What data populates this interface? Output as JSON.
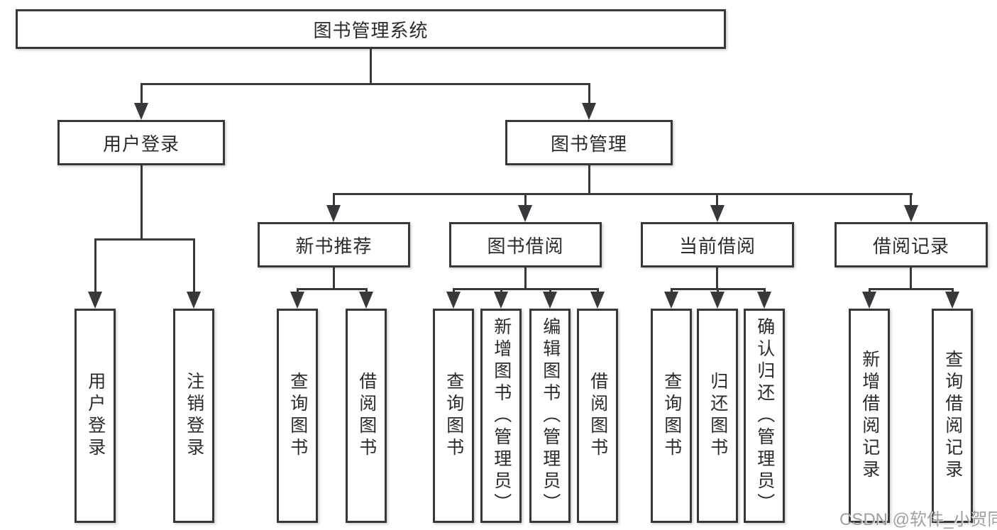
{
  "diagram": {
    "root": {
      "label": "图书管理系统"
    },
    "level2": [
      {
        "label": "用户登录",
        "leaves": [
          {
            "label": "用户登录"
          },
          {
            "label": "注销登录"
          }
        ]
      },
      {
        "label": "图书管理"
      }
    ],
    "level3": [
      {
        "label": "新书推荐",
        "leaves": [
          {
            "label": "查询图书"
          },
          {
            "label": "借阅图书"
          }
        ]
      },
      {
        "label": "图书借阅",
        "leaves": [
          {
            "label": "查询图书"
          },
          {
            "label": "新增图书（管理员）"
          },
          {
            "label": "编辑图书（管理员）"
          },
          {
            "label": "借阅图书"
          }
        ]
      },
      {
        "label": "当前借阅",
        "leaves": [
          {
            "label": "查询图书"
          },
          {
            "label": "归还图书"
          },
          {
            "label": "确认归还（管理员）"
          }
        ]
      },
      {
        "label": "借阅记录",
        "leaves": [
          {
            "label": "新增借阅记录"
          },
          {
            "label": "查询借阅记录"
          }
        ]
      }
    ]
  },
  "watermark": {
    "text": "CSDN @软件_小贺同学"
  },
  "colors": {
    "line": "#38383c",
    "text": "#2b2b2e",
    "box_background": "#ffffff",
    "page_background": "#ffffff",
    "watermark": "#a0a0a0"
  }
}
